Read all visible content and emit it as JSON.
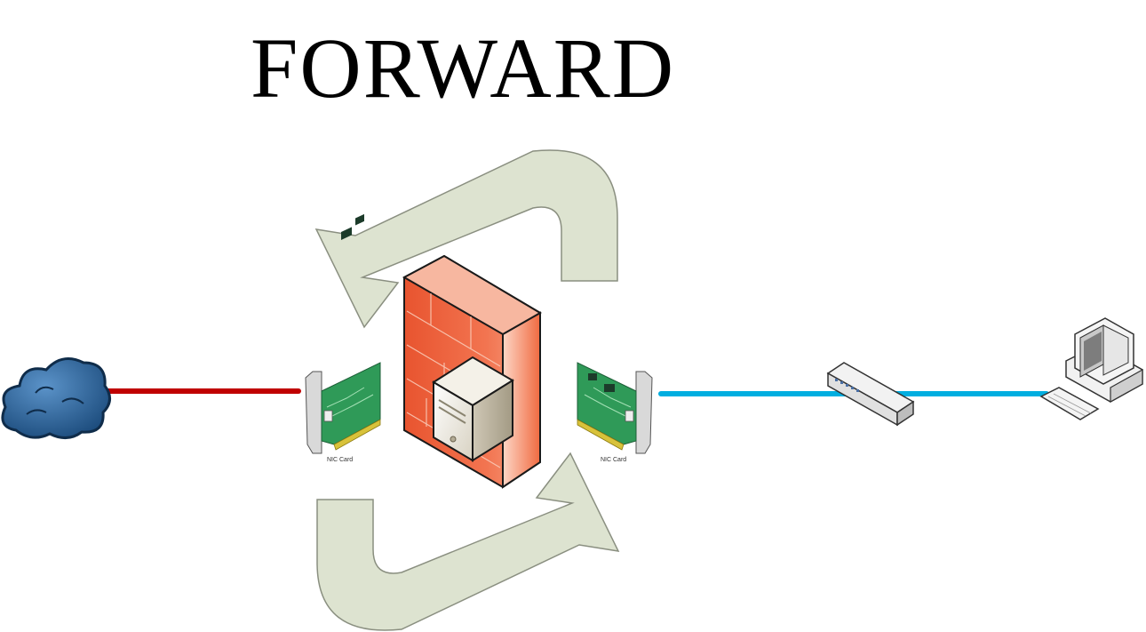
{
  "title": "FORWARD",
  "nodes": {
    "internet": {
      "icon": "cloud-icon"
    },
    "nic_left": {
      "icon": "nic-card-icon",
      "label": "NIC Card"
    },
    "firewall": {
      "icon": "firewall-server-icon"
    },
    "nic_right": {
      "icon": "nic-card-icon",
      "label": "NIC Card"
    },
    "switch": {
      "icon": "switch-icon"
    },
    "workstation": {
      "icon": "workstation-icon"
    }
  },
  "links": {
    "wan": {
      "color": "#c00000"
    },
    "lan": {
      "color": "#00aee0"
    }
  },
  "colors": {
    "arrow_fill": "#dde3d0",
    "arrow_stroke": "#8a8f80",
    "firewall_brick": "#f0623c",
    "cloud": "#2f6aa3"
  }
}
